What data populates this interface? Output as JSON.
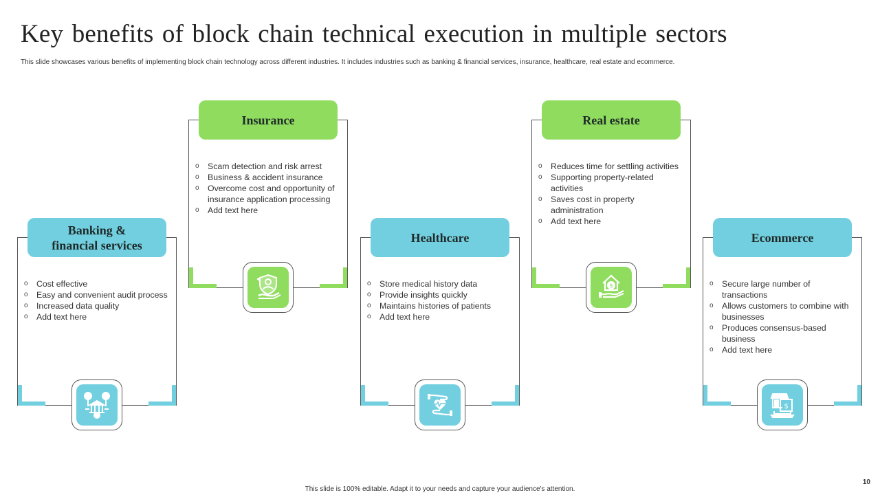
{
  "slide": {
    "title": "Key benefits of block chain technical execution in multiple sectors",
    "subtitle": "This slide showcases various benefits of implementing block chain technology across different industries. It includes industries such as banking & financial services, insurance, healthcare, real estate and ecommerce.",
    "footer": "This slide is 100% editable. Adapt it to your needs and capture your audience's attention.",
    "page_number": "10"
  },
  "colors": {
    "blue": "#72cfdf",
    "green": "#8fdc5e"
  },
  "bullet_glyph": "o",
  "cards": [
    {
      "title": "Banking & financial services",
      "color": "blue",
      "icon": "bank-network-icon",
      "items": [
        "Cost effective",
        "Easy and convenient audit process",
        "Increased data quality",
        "Add text here"
      ]
    },
    {
      "title": "Insurance",
      "color": "green",
      "icon": "shield-user-hand-icon",
      "items": [
        "Scam detection and risk arrest",
        "Business & accident insurance",
        "Overcome cost and opportunity of insurance application processing",
        "Add text here"
      ]
    },
    {
      "title": "Healthcare",
      "color": "blue",
      "icon": "hands-heart-icon",
      "items": [
        "Store medical history data",
        "Provide insights quickly",
        "Maintains histories of patients",
        "Add text here"
      ]
    },
    {
      "title": "Real estate",
      "color": "green",
      "icon": "house-dollar-hand-icon",
      "items": [
        "Reduces time for settling activities",
        "Supporting property-related activities",
        "Saves cost in property administration",
        "Add text here"
      ]
    },
    {
      "title": "Ecommerce",
      "color": "blue",
      "icon": "online-store-laptop-icon",
      "items": [
        "Secure large number of transactions",
        "Allows customers to combine with businesses",
        "Produces consensus-based business",
        "Add text here"
      ]
    }
  ]
}
